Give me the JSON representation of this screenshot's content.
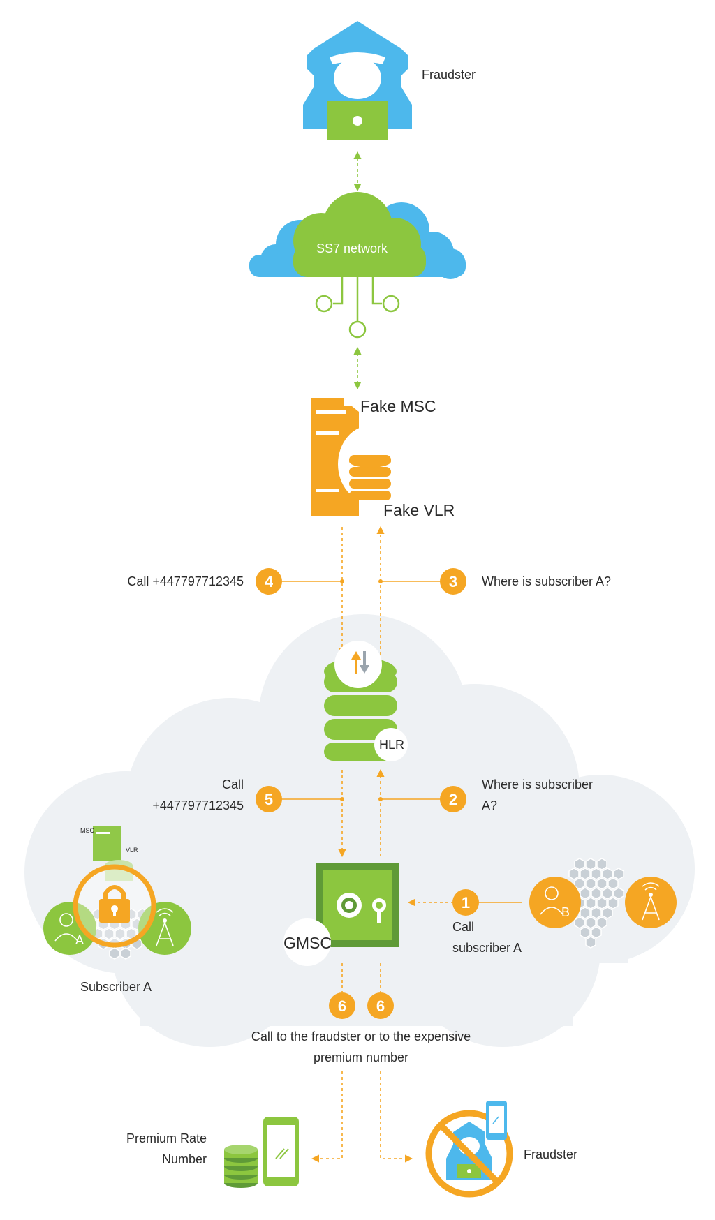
{
  "nodes": {
    "fraudster_top": "Fraudster",
    "ss7": "SS7 network",
    "fake_msc": "Fake MSC",
    "fake_vlr": "Fake VLR",
    "hlr": "HLR",
    "gmsc": "GMSC",
    "subscriber_a": "Subscriber A",
    "sub_a_badge": "A",
    "sub_b_badge": "B",
    "mini_msc": "MSC",
    "mini_vlr": "VLR",
    "premium_line1": "Premium Rate",
    "premium_line2": "Number",
    "fraudster_bottom": "Fraudster"
  },
  "steps": {
    "s1": {
      "num": "1",
      "line1": "Call",
      "line2": "subscriber A"
    },
    "s2": {
      "num": "2",
      "line1": "Where is subscriber",
      "line2": "A?"
    },
    "s3": {
      "num": "3",
      "text": "Where is subscriber A?"
    },
    "s4": {
      "num": "4",
      "text": "Call +447797712345"
    },
    "s5": {
      "num": "5",
      "line1": "Call",
      "line2": "+447797712345"
    },
    "s6a": {
      "num": "6"
    },
    "s6b": {
      "num": "6"
    },
    "s6_line1": "Call to the fraudster or to the expensive",
    "s6_line2": "premium number"
  },
  "colors": {
    "orange": "#f5a623",
    "green": "#8cc63f",
    "dark_green": "#5f9a37",
    "blue": "#4db8ec",
    "cloud_bg": "#eef1f4",
    "hex_gray": "#c9d0d6"
  }
}
